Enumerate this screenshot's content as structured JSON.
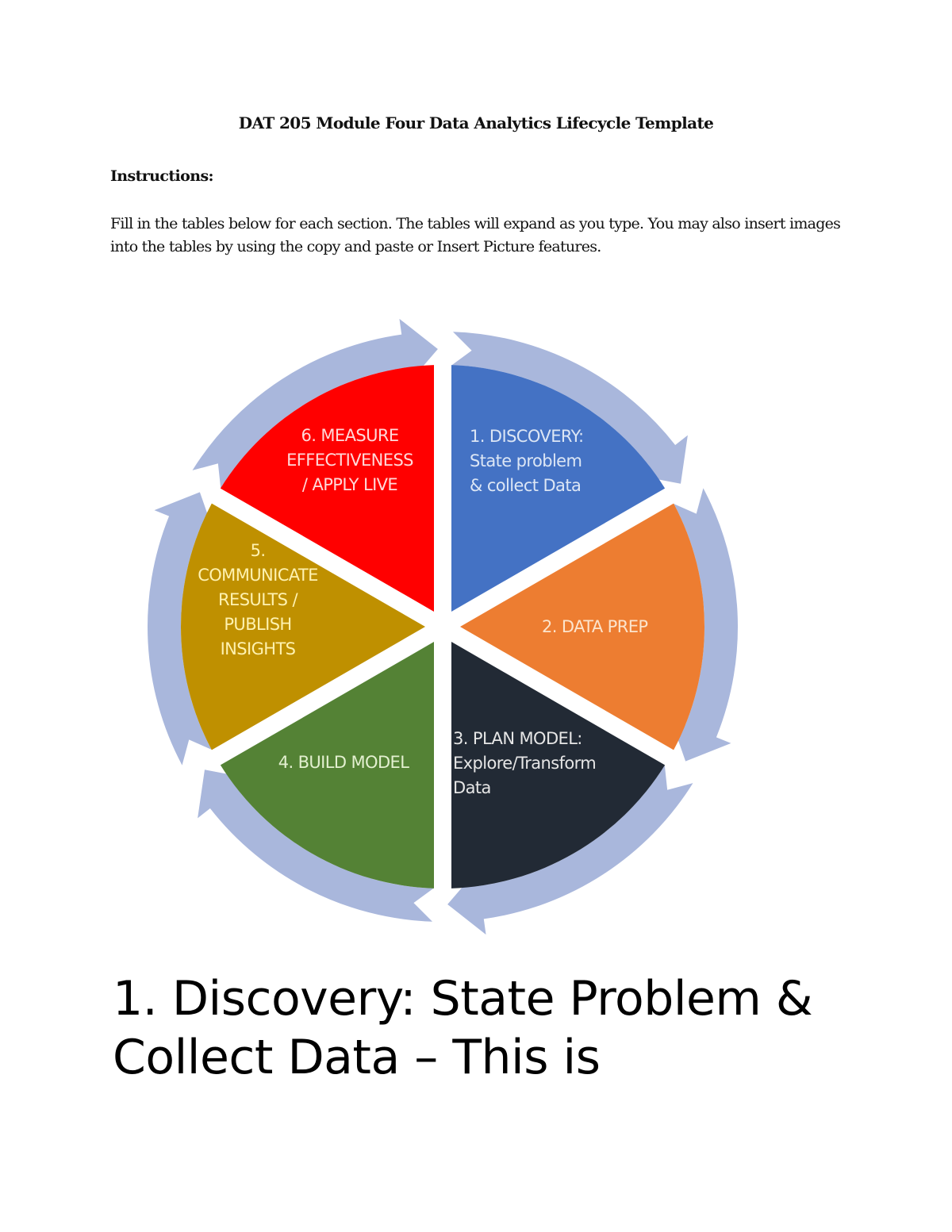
{
  "document": {
    "title": "DAT 205 Module Four Data Analytics Lifecycle Template",
    "instructions_heading": "Instructions:",
    "instructions_body": "Fill in the tables below for each section. The tables will expand as you type. You may also insert images into the tables by using the copy and paste or Insert Picture features."
  },
  "diagram": {
    "type": "cycle",
    "ring_color": "#A9B7DC",
    "stages": [
      {
        "number": 1,
        "lines": [
          "1. DISCOVERY:",
          "State problem",
          "& collect Data"
        ],
        "color": "#4472C4",
        "text_color": "#DCE6F5"
      },
      {
        "number": 2,
        "lines": [
          "2. DATA PREP"
        ],
        "color": "#ED7D31",
        "text_color": "#FCE4CC"
      },
      {
        "number": 3,
        "lines": [
          "3. PLAN MODEL:",
          "Explore/Transform",
          "Data"
        ],
        "color": "#222A35",
        "text_color": "#E6E6E6"
      },
      {
        "number": 4,
        "lines": [
          "4. BUILD MODEL"
        ],
        "color": "#548235",
        "text_color": "#E3F0D0"
      },
      {
        "number": 5,
        "lines": [
          "5.",
          "COMMUNICATE",
          "RESULTS /",
          "PUBLISH",
          "INSIGHTS"
        ],
        "color": "#BF9000",
        "text_color": "#FFF2B0"
      },
      {
        "number": 6,
        "lines": [
          "6. MEASURE",
          "EFFECTIVENESS",
          "/ APPLY LIVE"
        ],
        "color": "#FF0000",
        "text_color": "#FFD9D9"
      }
    ]
  },
  "section": {
    "heading": "1. Discovery: State Problem & Collect Data – This is"
  }
}
